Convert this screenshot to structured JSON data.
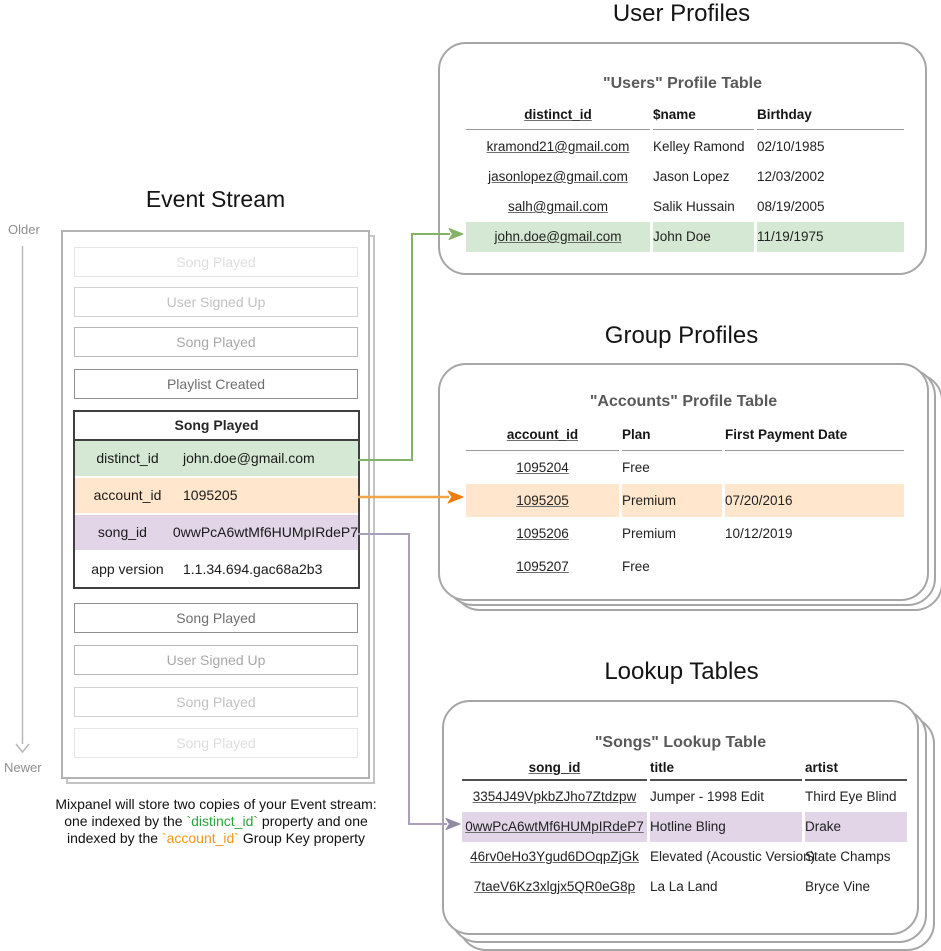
{
  "palette": {
    "green_fill": "#d5e8d4",
    "orange_fill": "#ffe6cc",
    "purple_fill": "#e1d5e7",
    "green_stroke": "#82b366",
    "orange_stroke": "#ee7d0c",
    "purple_stroke": "#9e93b0",
    "caption_green": "#2fa342",
    "caption_orange": "#f5941d"
  },
  "event_stream": {
    "title": "Event Stream",
    "older": "Older",
    "newer": "Newer",
    "before": [
      "Song Played",
      "User Signed Up",
      "Song Played",
      "Playlist Created"
    ],
    "active": {
      "title": "Song Played",
      "props": [
        {
          "k": "distinct_id",
          "v": "john.doe@gmail.com"
        },
        {
          "k": "account_id",
          "v": "1095205"
        },
        {
          "k": "song_id",
          "v": "0wwPcA6wtMf6HUMpIRdeP7"
        },
        {
          "k": "app version",
          "v": "1.1.34.694.gac68a2b3"
        }
      ]
    },
    "after": [
      "Song Played",
      "User Signed Up",
      "Song Played",
      "Song Played"
    ],
    "caption": {
      "l1": "Mixpanel will store two copies of your Event stream:",
      "l2a": "one indexed by the ",
      "l2b": "`distinct_id`",
      "l2c": " property and one",
      "l3a": "indexed by the ",
      "l3b": "`account_id`",
      "l3c": " Group Key property"
    }
  },
  "user_profiles": {
    "section_title": "User Profiles",
    "card_title": "\"Users\" Profile Table",
    "headers": [
      "distinct_id",
      "$name",
      "Birthday"
    ],
    "rows": [
      [
        "kramond21@gmail.com",
        "Kelley Ramond",
        "02/10/1985"
      ],
      [
        "jasonlopez@gmail.com",
        "Jason Lopez",
        "12/03/2002"
      ],
      [
        "salh@gmail.com",
        "Salik Hussain",
        "08/19/2005"
      ],
      [
        "john.doe@gmail.com",
        "John Doe",
        "11/19/1975"
      ]
    ]
  },
  "group_profiles": {
    "section_title": "Group Profiles",
    "card_title": "\"Accounts\" Profile Table",
    "headers": [
      "account_id",
      "Plan",
      "First Payment Date"
    ],
    "rows": [
      [
        "1095204",
        "Free",
        ""
      ],
      [
        "1095205",
        "Premium",
        "07/20/2016"
      ],
      [
        "1095206",
        "Premium",
        "10/12/2019"
      ],
      [
        "1095207",
        "Free",
        ""
      ]
    ]
  },
  "lookup_tables": {
    "section_title": "Lookup Tables",
    "card_title": "\"Songs\" Lookup Table",
    "headers": [
      "song_id",
      "title",
      "artist"
    ],
    "rows": [
      [
        "3354J49VpkbZJho7Ztdzpw",
        "Jumper - 1998 Edit",
        "Third Eye Blind"
      ],
      [
        "0wwPcA6wtMf6HUMpIRdeP7",
        "Hotline Bling",
        "Drake"
      ],
      [
        "46rv0eHo3Ygud6DOqpZjGk",
        "Elevated (Acoustic Version)",
        "State Champs"
      ],
      [
        "7taeV6Kz3xlgjx5QR0eG8p",
        "La La Land",
        "Bryce Vine"
      ]
    ]
  }
}
